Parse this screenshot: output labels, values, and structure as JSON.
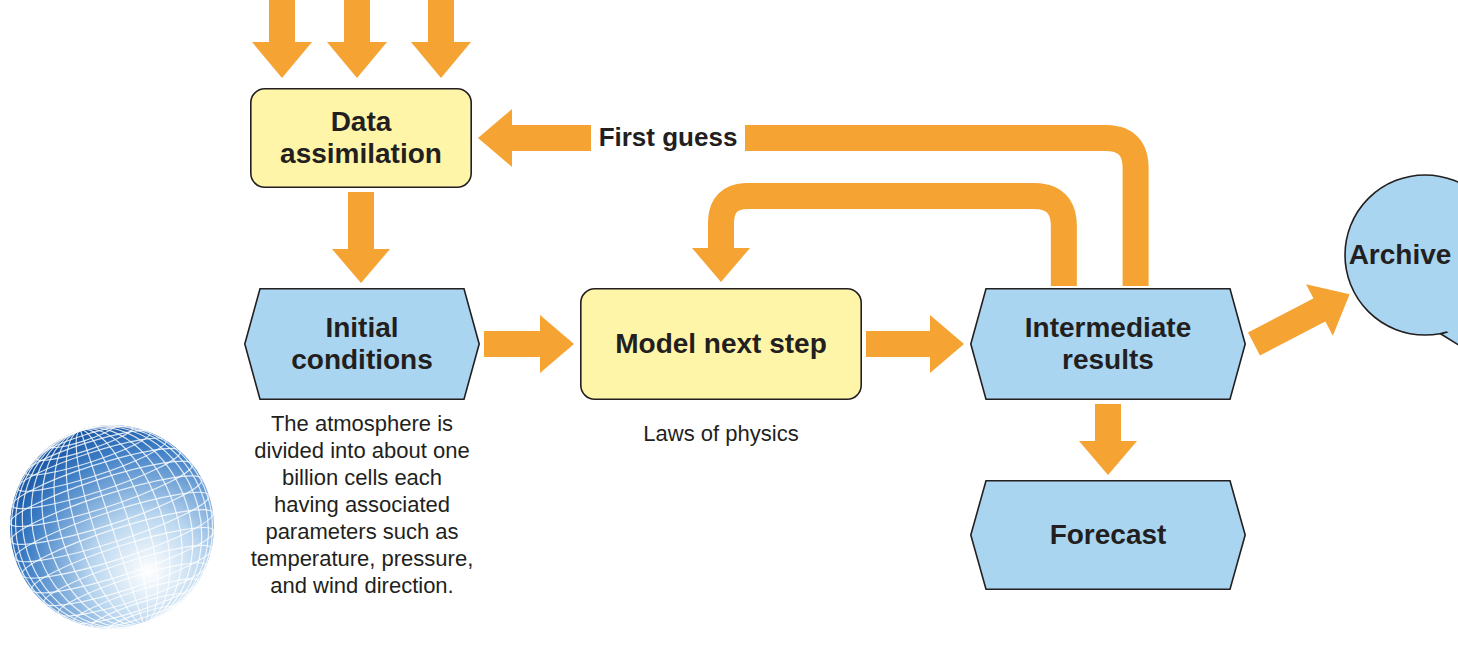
{
  "diagram": {
    "nodes": [
      {
        "text": [
          "Data assimilation"
        ]
      },
      {
        "text": [
          "Initial conditions"
        ]
      },
      {
        "text": [
          "Model next step"
        ]
      },
      {
        "text": [
          "Intermediate results"
        ]
      },
      {
        "text": [
          "Forecast"
        ]
      },
      {
        "text": [
          "Archive"
        ]
      }
    ],
    "edges": [
      {
        "from": 0,
        "to": 1,
        "arrow": "to"
      },
      {
        "from": 1,
        "to": 2,
        "arrow": "to"
      },
      {
        "from": 2,
        "to": 3,
        "arrow": "to"
      },
      {
        "from": 3,
        "to": 2,
        "arrow": "to"
      },
      {
        "from": 3,
        "to": 0,
        "label": "First guess",
        "arrow": "to"
      },
      {
        "from": 3,
        "to": 4,
        "arrow": "to"
      },
      {
        "from": 3,
        "to": 5,
        "arrow": "to"
      }
    ],
    "labels": [
      "The atmosphere is divided into about one billion cells each having associated parameters such as temperature, pressure, and wind direction.",
      "Laws of physics"
    ]
  }
}
